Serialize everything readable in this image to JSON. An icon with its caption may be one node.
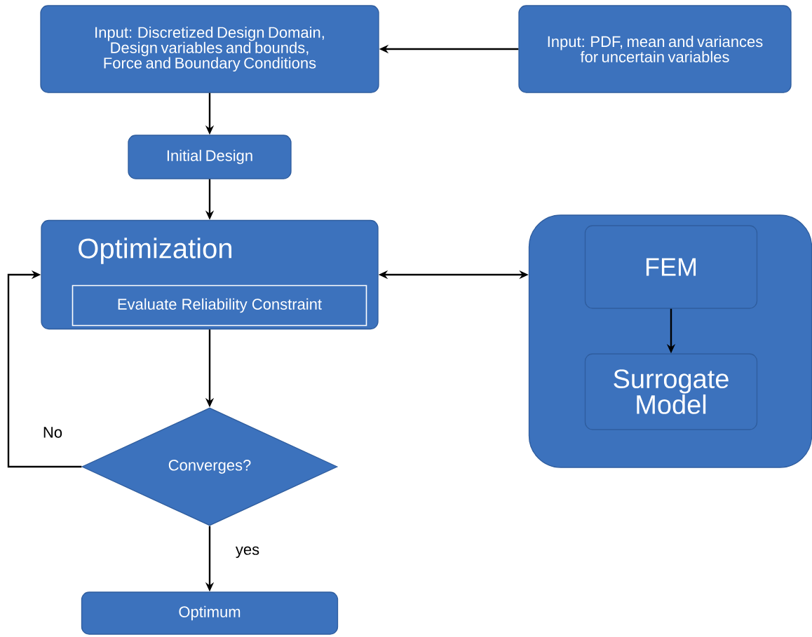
{
  "diagram": {
    "nodes": [
      {
        "text": [
          "Input: Discretized Design Domain, Design variables and bounds, Force and Boundary Conditions"
        ]
      },
      {
        "text": [
          "Input: PDF, mean and variances for uncertain variables"
        ]
      },
      {
        "text": [
          "Initial Design"
        ]
      },
      {
        "text": [
          "Optimization"
        ]
      },
      {
        "text": [
          "Evaluate Reliability Constraint"
        ],
        "in": 3
      },
      {
        "text": [],
        "shape": "box"
      },
      {
        "text": [
          "FEM"
        ],
        "in": 5
      },
      {
        "text": [
          "Surrogate Model"
        ],
        "in": 5
      },
      {
        "text": [
          "Converges?"
        ]
      },
      {
        "text": [
          "Optimum"
        ]
      }
    ],
    "edges": [
      {
        "from": 1,
        "to": 0,
        "arrow": "to"
      },
      {
        "from": 0,
        "to": 2,
        "arrow": "to"
      },
      {
        "from": 2,
        "to": 3,
        "arrow": "to"
      },
      {
        "from": 3,
        "to": 5,
        "arrow": "both"
      },
      {
        "from": 6,
        "to": 7,
        "arrow": "to"
      },
      {
        "from": 3,
        "to": 8,
        "arrow": "to"
      },
      {
        "from": 8,
        "to": 3,
        "arrow": "to",
        "label": "No"
      },
      {
        "from": 8,
        "to": 9,
        "arrow": "to",
        "label": "yes"
      }
    ]
  }
}
